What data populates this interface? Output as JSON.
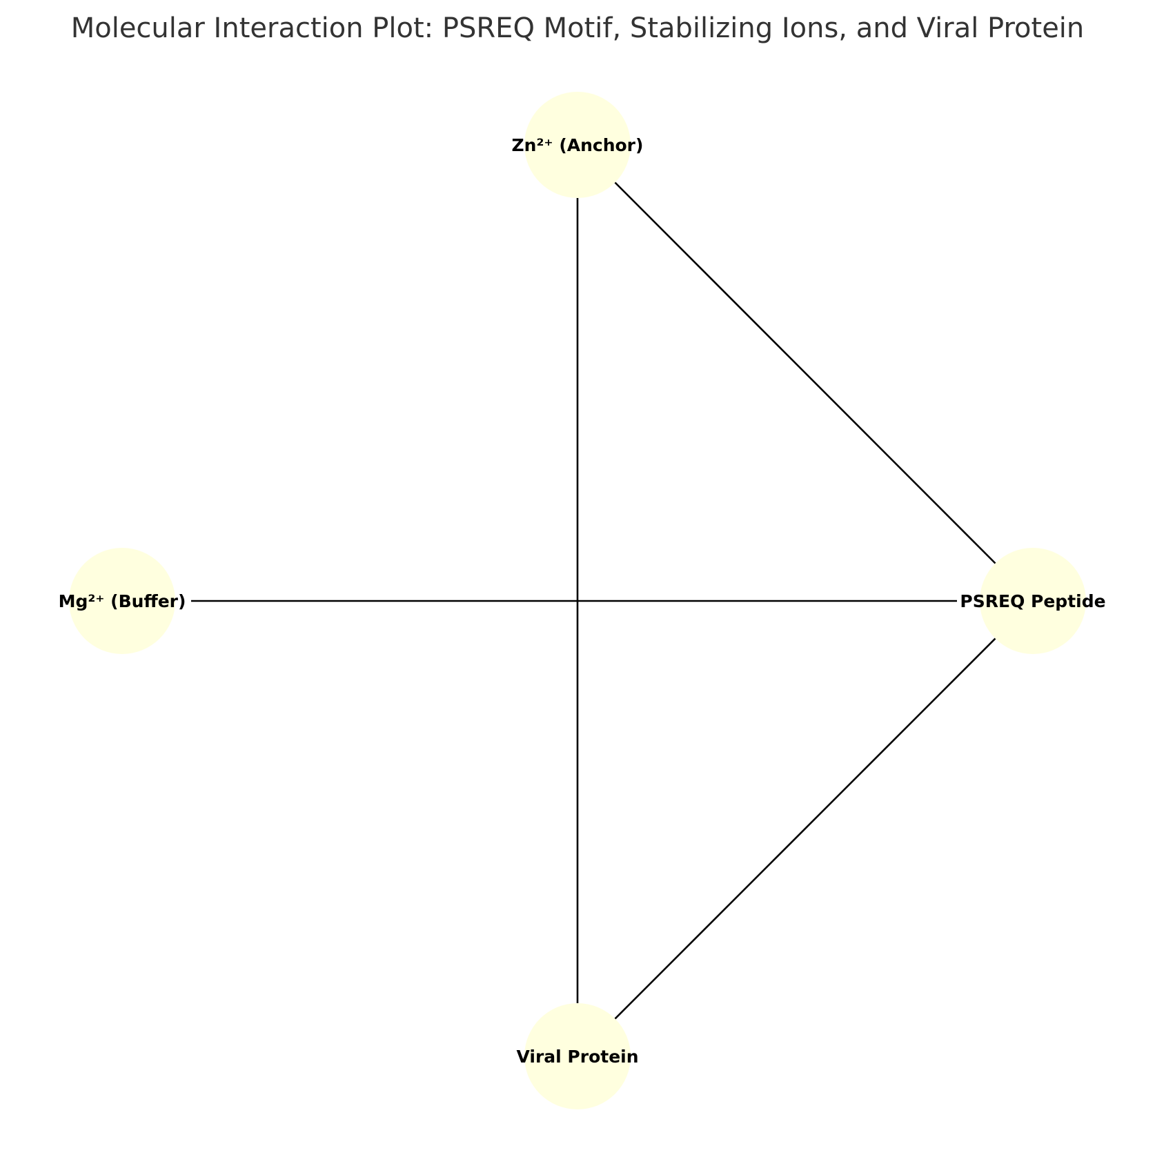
{
  "title": "Molecular Interaction Plot: PSREQ Motif, Stabilizing Ions, and Viral Protein",
  "colors": {
    "node_fill": "#ffffdf",
    "edge": "#000000",
    "title": "#333333",
    "label": "#000000"
  },
  "nodes": [
    {
      "id": "zn",
      "label": "Zn²⁺ (Anchor)"
    },
    {
      "id": "mg",
      "label": "Mg²⁺ (Buffer)"
    },
    {
      "id": "psreq",
      "label": "PSREQ Peptide"
    },
    {
      "id": "viral",
      "label": "Viral Protein"
    }
  ],
  "edges": [
    {
      "source": "zn",
      "target": "psreq"
    },
    {
      "source": "zn",
      "target": "viral"
    },
    {
      "source": "mg",
      "target": "psreq"
    },
    {
      "source": "psreq",
      "target": "viral"
    }
  ]
}
